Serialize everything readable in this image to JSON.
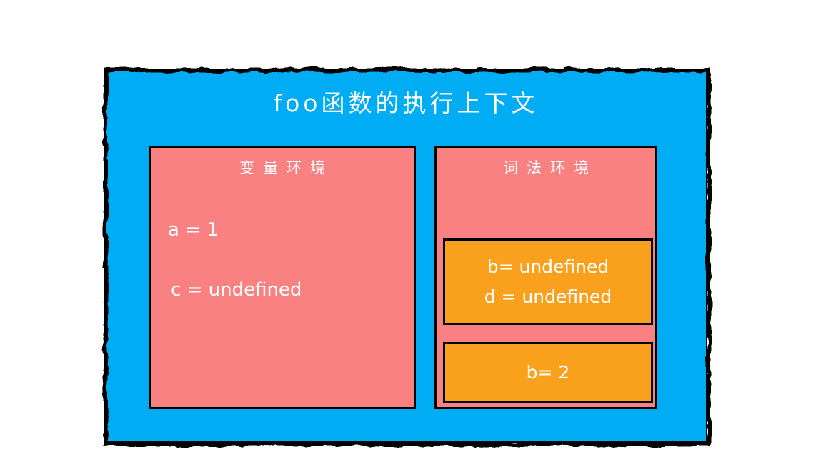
{
  "diagram": {
    "title": "foo函数的执行上下文",
    "variable_environment": {
      "label": "变量环境",
      "entries": [
        "a = 1",
        "c = undefined"
      ]
    },
    "lexical_environment": {
      "label": "词法环境",
      "stack_blocks": [
        {
          "lines": [
            "b= undefined",
            "d = undefined"
          ]
        },
        {
          "lines": [
            "b= 2"
          ]
        }
      ]
    },
    "colors": {
      "container_blue": "#00ACF4",
      "panel_salmon": "#F98181",
      "block_orange": "#F9A01D",
      "border_black": "#000000",
      "text_white": "#ffffff",
      "page_background": "#ffffff"
    }
  }
}
